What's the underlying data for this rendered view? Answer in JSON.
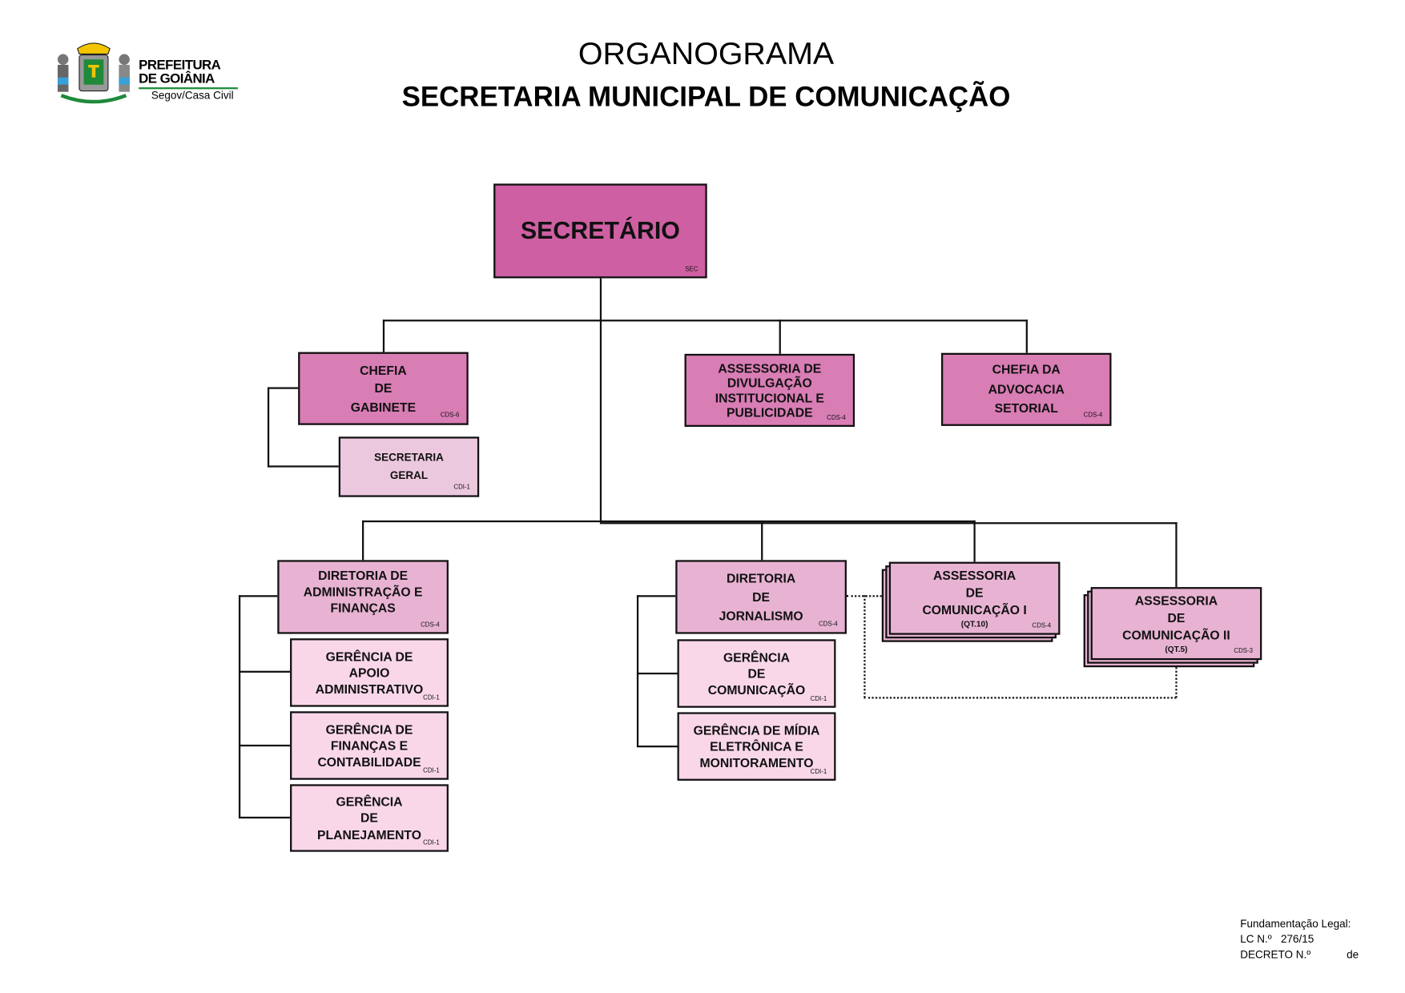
{
  "header": {
    "title": "ORGANOGRAMA",
    "subtitle": "SECRETARIA MUNICIPAL DE COMUNICAÇÃO"
  },
  "logo": {
    "line1": "PREFEITURA",
    "line2": "DE GOIÂNIA",
    "line3": "Segov/Casa Civil"
  },
  "colors": {
    "secretario": "#cf5fa3",
    "level1": "#d97db5",
    "diretoria": "#e8b3d3",
    "gerencia": "#f9d7e9",
    "secretaria_geral": "#ecc8de"
  },
  "nodes": {
    "secretario": {
      "lines": [
        "SECRETÁRIO"
      ],
      "code": "SEC"
    },
    "chefia_gabinete": {
      "lines": [
        "CHEFIA",
        "DE",
        "GABINETE"
      ],
      "code": "CDS-6"
    },
    "assessoria_divulgacao": {
      "lines": [
        "ASSESSORIA DE",
        "DIVULGAÇÃO",
        "INSTITUCIONAL E",
        "PUBLICIDADE"
      ],
      "code": "CDS-4"
    },
    "chefia_advocacia": {
      "lines": [
        "CHEFIA DA",
        "ADVOCACIA",
        "SETORIAL"
      ],
      "code": "CDS-4"
    },
    "secretaria_geral": {
      "lines": [
        "SECRETARIA",
        "GERAL"
      ],
      "code": "CDI-1"
    },
    "diretoria_adm": {
      "lines": [
        "DIRETORIA DE",
        "ADMINISTRAÇÃO E",
        "FINANÇAS"
      ],
      "code": "CDS-4"
    },
    "gerencia_apoio": {
      "lines": [
        "GERÊNCIA DE",
        "APOIO",
        "ADMINISTRATIVO"
      ],
      "code": "CDI-1"
    },
    "gerencia_financas": {
      "lines": [
        "GERÊNCIA DE",
        "FINANÇAS E",
        "CONTABILIDADE"
      ],
      "code": "CDI-1"
    },
    "gerencia_planejamento": {
      "lines": [
        "GERÊNCIA",
        "DE",
        "PLANEJAMENTO"
      ],
      "code": "CDI-1"
    },
    "diretoria_jornalismo": {
      "lines": [
        "DIRETORIA",
        "DE",
        "JORNALISMO"
      ],
      "code": "CDS-4"
    },
    "gerencia_comunicacao": {
      "lines": [
        "GERÊNCIA",
        "DE",
        "COMUNICAÇÃO"
      ],
      "code": "CDI-1"
    },
    "gerencia_midia": {
      "lines": [
        "GERÊNCIA DE MÍDIA",
        "ELETRÔNICA E",
        "MONITORAMENTO"
      ],
      "code": "CDI-1"
    },
    "assessoria_com1": {
      "lines": [
        "ASSESSORIA",
        "DE",
        "COMUNICAÇÃO I"
      ],
      "qty": "(QT.10)",
      "code": "CDS-4"
    },
    "assessoria_com2": {
      "lines": [
        "ASSESSORIA",
        "DE",
        "COMUNICAÇÃO II"
      ],
      "qty": "(QT.5)",
      "code": "CDS-3"
    }
  },
  "footer": {
    "line1": "Fundamentação Legal:",
    "line2_label": "LC N.º",
    "line2_value": "276/15",
    "line3_label": "DECRETO N.º",
    "line3_suffix": "de"
  }
}
